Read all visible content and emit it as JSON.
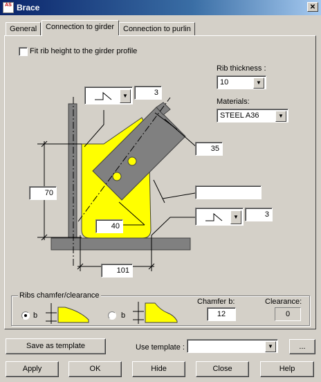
{
  "window": {
    "title": "Brace",
    "icon_text": "AS",
    "close_glyph": "✕"
  },
  "tabs": [
    {
      "label": "General",
      "active": false
    },
    {
      "label": "Connection to girder",
      "active": true
    },
    {
      "label": "Connection to purlin",
      "active": false
    }
  ],
  "fit_rib": {
    "label": "Fit rib height to the girder profile",
    "checked": false
  },
  "rib_thickness": {
    "label": "Rib thickness :",
    "value": "10"
  },
  "materials": {
    "label": "Materials:",
    "value": "STEEL A36"
  },
  "weld_top": {
    "value": "3"
  },
  "weld_bottom": {
    "value": "3"
  },
  "dims": {
    "d35": "35",
    "d70": "70",
    "d40": "40",
    "d101": "101",
    "empty_field": ""
  },
  "ribs": {
    "title": "Ribs chamfer/clearance",
    "option_b1": {
      "label": "b",
      "selected": true
    },
    "option_b2": {
      "label": "b",
      "selected": false
    },
    "chamfer_label": "Chamfer b:",
    "chamfer_value": "12",
    "clearance_label": "Clearance:",
    "clearance_value": "0"
  },
  "template": {
    "save_label": "Save as template",
    "use_label": "Use template :",
    "use_value": "",
    "browse_label": "..."
  },
  "footer": {
    "apply": "Apply",
    "ok": "OK",
    "hide": "Hide",
    "close": "Close",
    "help": "Help"
  },
  "colors": {
    "plate": "#ffff00",
    "steel": "#808080",
    "titlebar": "#0a246a"
  },
  "icons": {
    "combo": "chevron-down-icon",
    "weld": "fillet-weld-icon",
    "close": "close-icon"
  }
}
